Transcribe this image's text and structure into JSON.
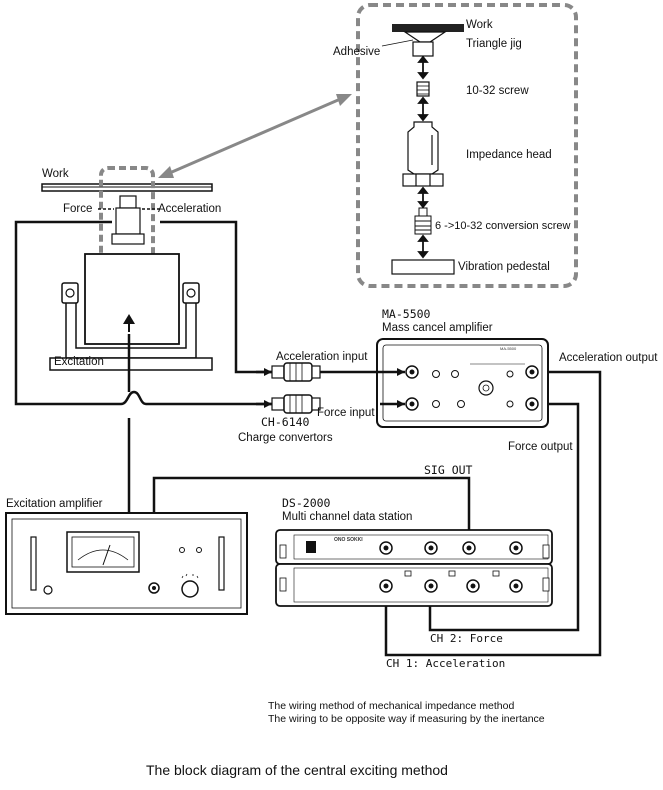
{
  "detail": {
    "work": "Work",
    "adhesive": "Adhesive",
    "triangle_jig": "Triangle jig",
    "screw": "10-32 screw",
    "impedance_head": "Impedance head",
    "conversion_screw": "6 ->10-32 conversion screw",
    "pedestal": "Vibration pedestal"
  },
  "shaker": {
    "work": "Work",
    "force": "Force",
    "acceleration": "Acceleration",
    "excitation": "Excitation"
  },
  "mass_cancel": {
    "model": "MA-5500",
    "name": "Mass cancel amplifier",
    "accel_input": "Acceleration input",
    "force_input": "Force input",
    "accel_output": "Acceleration output",
    "force_output": "Force output",
    "panel_model": "MA-5500"
  },
  "charge": {
    "model": "CH-6140",
    "name": "Charge convertors"
  },
  "exc_amp": {
    "name": "Excitation amplifier"
  },
  "ds": {
    "model": "DS-2000",
    "name": "Multi channel data station",
    "sig_out": "SIG OUT",
    "ch2": "CH 2: Force",
    "ch1": "CH 1: Acceleration",
    "brand": "ONO SOKKI"
  },
  "notes": {
    "line1": "The wiring method of mechanical impedance method",
    "line2": "The wiring to be opposite way if measuring by the inertance"
  },
  "caption": "The block diagram of the central exciting method"
}
